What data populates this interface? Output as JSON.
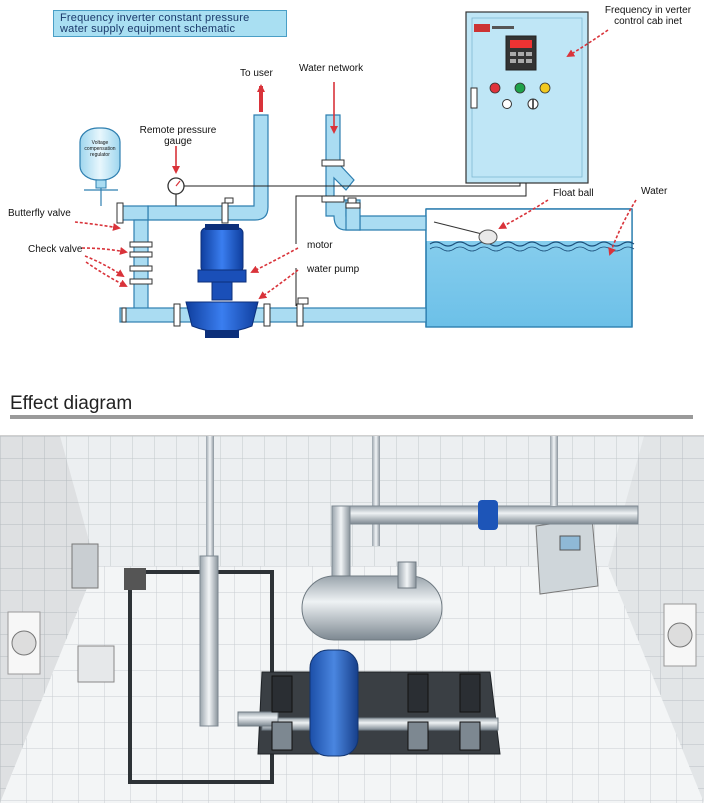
{
  "schematic": {
    "title_line1": "Frequency inverter constant pressure",
    "title_line2": "water supply equipment schematic",
    "labels": {
      "to_user": "To user",
      "water_network": "Water network",
      "cabinet_line1": "Frequency in verter",
      "cabinet_line2": "control cab inet",
      "voltage_tank_line1": "Voltage",
      "voltage_tank_line2": "compensation",
      "voltage_tank_line3": "regulator",
      "remote_gauge_line1": "Remote pressure",
      "remote_gauge_line2": "gauge",
      "butterfly_valve": "Butterfly valve",
      "check_valve": "Check valve",
      "float_ball": "Float ball",
      "water": "Water",
      "motor": "motor",
      "water_pump": "water pump"
    },
    "colors": {
      "pipe": "#aadcf2",
      "pipe_edge": "#2e7fb0",
      "water": "#8fd2ef",
      "arrow": "#d9333a",
      "pump": "#1f5fd0",
      "cabinet": "#bfe6f6"
    },
    "indicator_colors": [
      "#e0333b",
      "#1fa24a",
      "#f2c91f"
    ]
  },
  "effect": {
    "heading": "Effect diagram"
  }
}
